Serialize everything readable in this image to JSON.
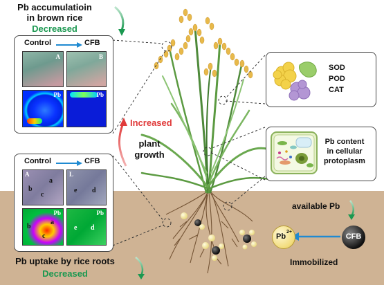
{
  "top_left": {
    "title_line1": "Pb accumulatioin",
    "title_line2": "in brown rice",
    "status": "Decreased"
  },
  "grain_panel": {
    "control_label": "Control",
    "cfb_label": "CFB",
    "tag_a": "A",
    "tag_b": "B",
    "tag_pb1": "Pb",
    "tag_pb2": "Pb"
  },
  "center": {
    "increased": "Increased",
    "growth_line1": "plant",
    "growth_line2": "growth"
  },
  "enzymes": {
    "items": [
      "SOD",
      "POD",
      "CAT"
    ]
  },
  "cell_panel": {
    "line1": "Pb content",
    "line2": "in cellular",
    "line3": "protoplasm"
  },
  "root_panel": {
    "control_label": "Control",
    "cfb_label": "CFB",
    "tag_A": "A",
    "tag_L": "L",
    "tag_pb1": "Pb",
    "tag_pb2": "Pb",
    "letters_left_top": [
      "a",
      "b",
      "c"
    ],
    "letters_right_top": [
      "e",
      "d"
    ],
    "letters_left_bottom": [
      "a",
      "b",
      "c"
    ],
    "letters_right_bottom": [
      "e",
      "d"
    ]
  },
  "bottom_left": {
    "title": "Pb uptake by rice roots",
    "status": "Decreased"
  },
  "soil": {
    "available_pb": "available Pb",
    "pb_ion": "Pb",
    "pb_charge": "2+",
    "cfb": "CFB",
    "immobilized": "Immobilized"
  },
  "colors": {
    "soil": "#cfb394",
    "green": "#1a9850",
    "red": "#e03a3a",
    "arrow_blue": "#1f8ad1"
  }
}
